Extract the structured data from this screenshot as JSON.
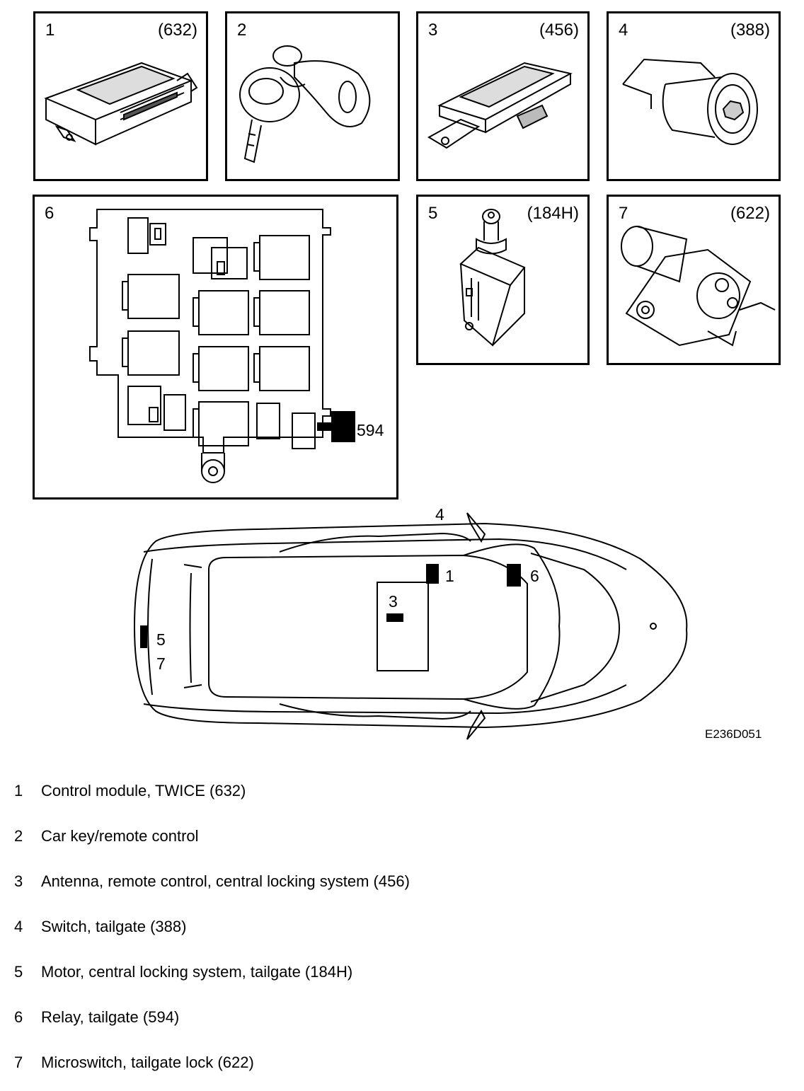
{
  "panels": [
    {
      "num": "1",
      "code": "(632)"
    },
    {
      "num": "2",
      "code": ""
    },
    {
      "num": "3",
      "code": "(456)"
    },
    {
      "num": "4",
      "code": "(388)"
    },
    {
      "num": "6",
      "code": ""
    },
    {
      "num": "5",
      "code": "(184H)"
    },
    {
      "num": "7",
      "code": "(622)"
    }
  ],
  "relay_callout": "594",
  "car_labels": {
    "l1": "1",
    "l3": "3",
    "l4": "4",
    "l5": "5",
    "l6": "6",
    "l7": "7"
  },
  "figure_id": "E236D051",
  "legend": [
    {
      "num": "1",
      "text": "Control module, TWICE (632)"
    },
    {
      "num": "2",
      "text": "Car key/remote control"
    },
    {
      "num": "3",
      "text": "Antenna, remote control, central locking system (456)"
    },
    {
      "num": "4",
      "text": "Switch, tailgate (388)"
    },
    {
      "num": "5",
      "text": "Motor, central locking system, tailgate (184H)"
    },
    {
      "num": "6",
      "text": "Relay, tailgate (594)"
    },
    {
      "num": "7",
      "text": "Microswitch, tailgate lock (622)"
    }
  ]
}
